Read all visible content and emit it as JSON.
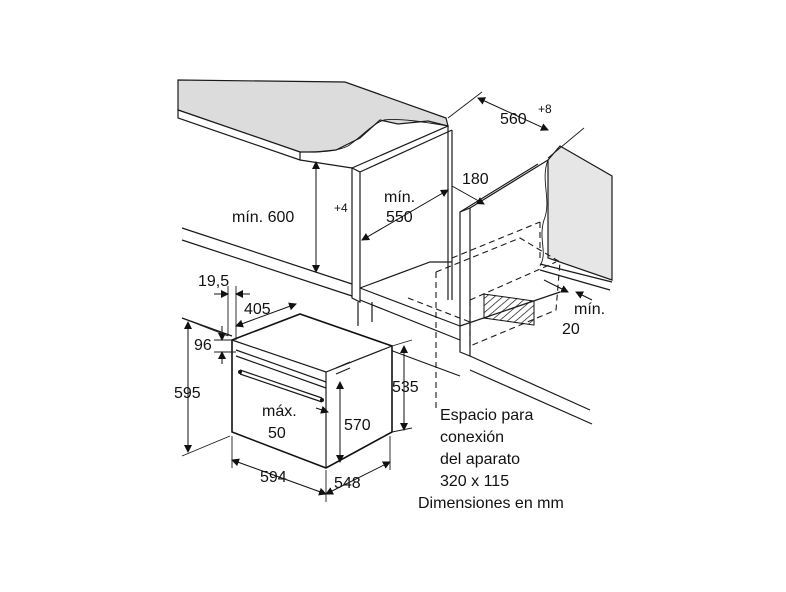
{
  "labels": {
    "niche_width": "560",
    "niche_width_tol": "+8",
    "niche_height": "mín. 600",
    "niche_height_tol": "+4",
    "niche_depth_1": "mín.",
    "niche_depth_2": "550",
    "conn_offset": "180",
    "rear_gap_1": "mín.",
    "rear_gap_2": "20",
    "front_offset": "19,5",
    "panel_depth": "405",
    "top_band": "96",
    "oven_height": "595",
    "body_height": "535",
    "inner_height": "570",
    "door_gap_1": "máx.",
    "door_gap_2": "50",
    "oven_width": "594",
    "oven_depth": "548",
    "note_1": "Espacio para",
    "note_2": "conexión",
    "note_3": "del aparato",
    "note_4": "320 x 115",
    "note_5": "Dimensiones en mm"
  }
}
